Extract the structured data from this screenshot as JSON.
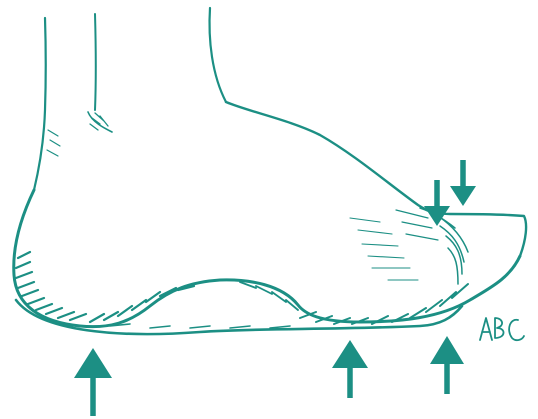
{
  "illustration": {
    "subject": "foot-side-view",
    "ink_color": "#1c8f84",
    "background_color": "#ffffff",
    "signature_text": "ABC"
  },
  "arrows": [
    {
      "id": "heel-support-arrow",
      "direction": "up"
    },
    {
      "id": "ball-support-arrow",
      "direction": "up"
    },
    {
      "id": "toe-support-arrow",
      "direction": "up"
    },
    {
      "id": "toe-press-arrow-1",
      "direction": "down"
    },
    {
      "id": "toe-press-arrow-2",
      "direction": "down"
    }
  ]
}
